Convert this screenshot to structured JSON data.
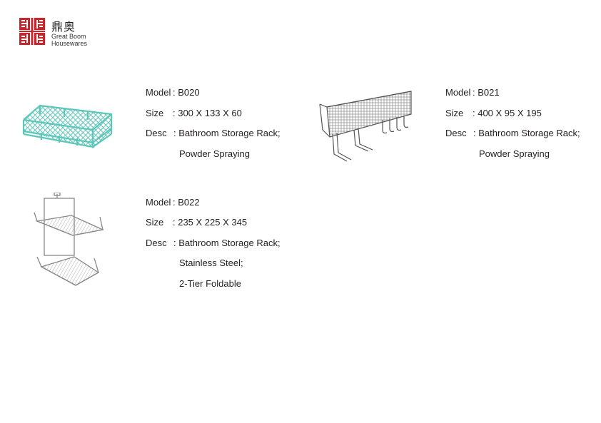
{
  "brand": {
    "name_cn": "鼎奥",
    "name_en_line1": "Great Boom",
    "name_en_line2": "Housewares",
    "color": "#c8252c"
  },
  "products": [
    {
      "model_label": "Model",
      "model": ": B020",
      "size_label": "Size",
      "size": ": 300 X 133 X 60",
      "desc_label": "Desc",
      "desc": [
        ": Bathroom Storage Rack;",
        "Powder Spraying"
      ],
      "color": "#5cc6b8"
    },
    {
      "model_label": "Model",
      "model": ": B021",
      "size_label": "Size",
      "size": ": 400 X 95 X 195",
      "desc_label": "Desc",
      "desc": [
        ": Bathroom  Storage Rack;",
        "Powder Spraying"
      ],
      "color": "#666666"
    },
    {
      "model_label": "Model",
      "model": ": B022",
      "size_label": "Size",
      "size": ": 235 X 225 X 345",
      "desc_label": "Desc",
      "desc": [
        ": Bathroom Storage Rack;",
        "Stainless Steel;",
        "2-Tier Foldable"
      ],
      "color": "#888888"
    }
  ]
}
